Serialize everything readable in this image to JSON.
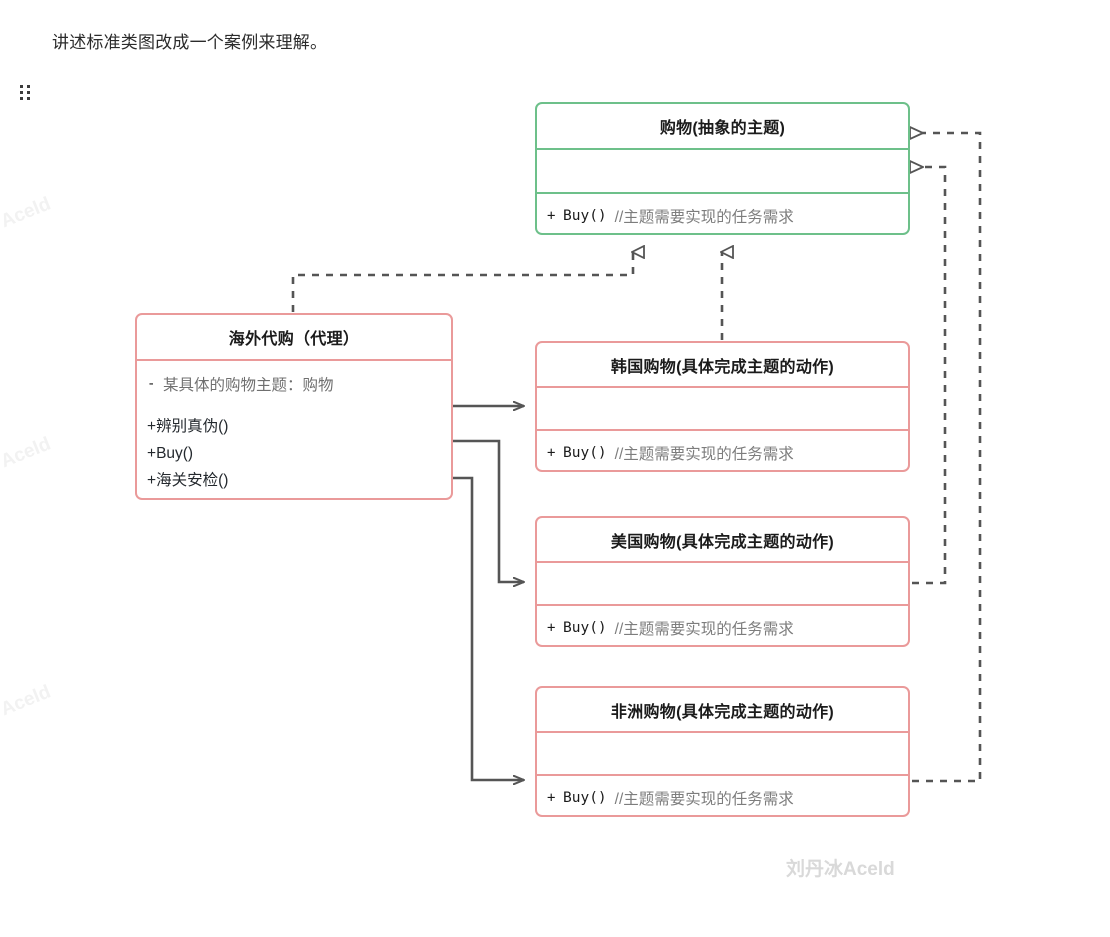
{
  "document": {
    "paragraph": "讲述标准类图改成一个案例来理解。",
    "drag_handle_icon": "drag-handle-icon"
  },
  "watermarks": {
    "side_text": "Aceld",
    "center_text": "刘丹冰Aceld",
    "side_color": "#f2f2f2",
    "center_color": "#d9d9d9"
  },
  "colors": {
    "abstract_border": "#6dc08a",
    "concrete_border": "#ea9a9a",
    "connector": "#555555",
    "text_primary": "#1b1b1b",
    "text_comment": "#7d7d7d"
  },
  "diagram": {
    "type": "uml-class-diagram",
    "classes": [
      {
        "id": "shopping-abstract",
        "name": "购物(抽象的主题)",
        "stereotype": "abstract",
        "border_color": "#6dc08a",
        "attributes": [],
        "methods": [
          {
            "visibility": "+",
            "signature": "Buy()",
            "comment": "//主题需要实现的任务需求"
          }
        ]
      },
      {
        "id": "overseas-proxy",
        "name": "海外代购（代理）",
        "stereotype": "proxy",
        "border_color": "#ea9a9a",
        "attributes": [
          {
            "visibility": "-",
            "text": "某具体的购物主题：购物"
          }
        ],
        "methods": [
          {
            "visibility": "+",
            "signature": "辨别真伪()",
            "comment": ""
          },
          {
            "visibility": "+",
            "signature": "Buy()",
            "comment": ""
          },
          {
            "visibility": "+",
            "signature": "海关安检()",
            "comment": ""
          }
        ]
      },
      {
        "id": "korea-shopping",
        "name": "韩国购物(具体完成主题的动作)",
        "stereotype": "concrete",
        "border_color": "#ea9a9a",
        "attributes": [],
        "methods": [
          {
            "visibility": "+",
            "signature": "Buy()",
            "comment": "//主题需要实现的任务需求"
          }
        ]
      },
      {
        "id": "usa-shopping",
        "name": "美国购物(具体完成主题的动作)",
        "stereotype": "concrete",
        "border_color": "#ea9a9a",
        "attributes": [],
        "methods": [
          {
            "visibility": "+",
            "signature": "Buy()",
            "comment": "//主题需要实现的任务需求"
          }
        ]
      },
      {
        "id": "africa-shopping",
        "name": "非洲购物(具体完成主题的动作)",
        "stereotype": "concrete",
        "border_color": "#ea9a9a",
        "attributes": [],
        "methods": [
          {
            "visibility": "+",
            "signature": "Buy()",
            "comment": "//主题需要实现的任务需求"
          }
        ]
      }
    ],
    "relations": [
      {
        "from": "overseas-proxy",
        "to": "shopping-abstract",
        "kind": "realization",
        "style": "dashed-hollow-triangle"
      },
      {
        "from": "korea-shopping",
        "to": "shopping-abstract",
        "kind": "realization",
        "style": "dashed-hollow-triangle"
      },
      {
        "from": "usa-shopping",
        "to": "shopping-abstract",
        "kind": "realization",
        "style": "dashed-hollow-triangle"
      },
      {
        "from": "africa-shopping",
        "to": "shopping-abstract",
        "kind": "realization",
        "style": "dashed-hollow-triangle"
      },
      {
        "from": "overseas-proxy",
        "to": "korea-shopping",
        "kind": "association",
        "style": "solid-open-arrow"
      },
      {
        "from": "overseas-proxy",
        "to": "usa-shopping",
        "kind": "association",
        "style": "solid-open-arrow"
      },
      {
        "from": "overseas-proxy",
        "to": "africa-shopping",
        "kind": "association",
        "style": "solid-open-arrow"
      }
    ]
  },
  "labels": {
    "title_korea": "韩国购物(具体完成主题的动作)",
    "title_usa": "美国购物(具体完成主题的动作)",
    "title_africa": "非洲购物(具体完成主题的动作)",
    "title_abstract": "购物(抽象的主题)",
    "title_proxy": "海外代购（代理）",
    "attr_proxy": "某具体的购物主题：购物",
    "vis_public": "+",
    "vis_private": "-",
    "buy_sig": "Buy()",
    "buy_comment": "//主题需要实现的任务需求",
    "m_verify": "辨别真伪()",
    "m_customs": "海关安检()"
  }
}
